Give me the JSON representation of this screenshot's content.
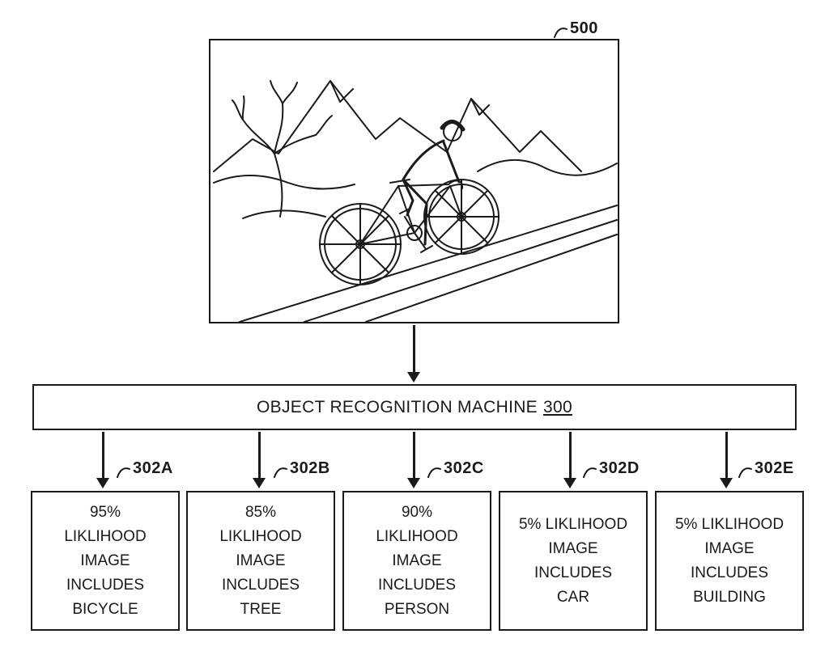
{
  "figure": {
    "image": {
      "ref": "500",
      "icon": "cyclist-mountain-scene-line-drawing"
    },
    "machine": {
      "label": "OBJECT RECOGNITION MACHINE",
      "ref": "300"
    },
    "outputs": [
      {
        "ref": "302A",
        "text": "95%\nLIKLIHOOD\nIMAGE\nINCLUDES\nBICYCLE"
      },
      {
        "ref": "302B",
        "text": "85%\nLIKLIHOOD\nIMAGE\nINCLUDES\nTREE"
      },
      {
        "ref": "302C",
        "text": "90%\nLIKLIHOOD\nIMAGE\nINCLUDES\nPERSON"
      },
      {
        "ref": "302D",
        "text": "5% LIKLIHOOD\nIMAGE\nINCLUDES\nCAR"
      },
      {
        "ref": "302E",
        "text": "5% LIKLIHOOD\nIMAGE\nINCLUDES\nBUILDING"
      }
    ],
    "colors": {
      "ink": "#1a1a1a",
      "background": "#ffffff"
    }
  }
}
